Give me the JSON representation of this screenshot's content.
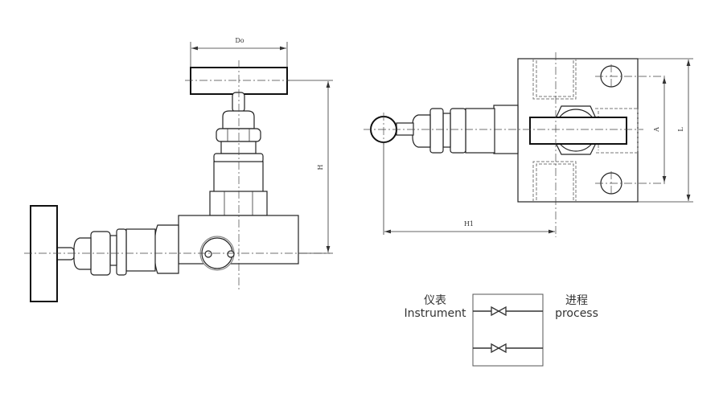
{
  "dimensions": {
    "do": "Do",
    "h": "H",
    "h1": "H1",
    "a": "A",
    "l": "L"
  },
  "schematic": {
    "left_cn": "仪表",
    "left_en": "Instrument",
    "right_cn": "进程",
    "right_en": "process"
  }
}
